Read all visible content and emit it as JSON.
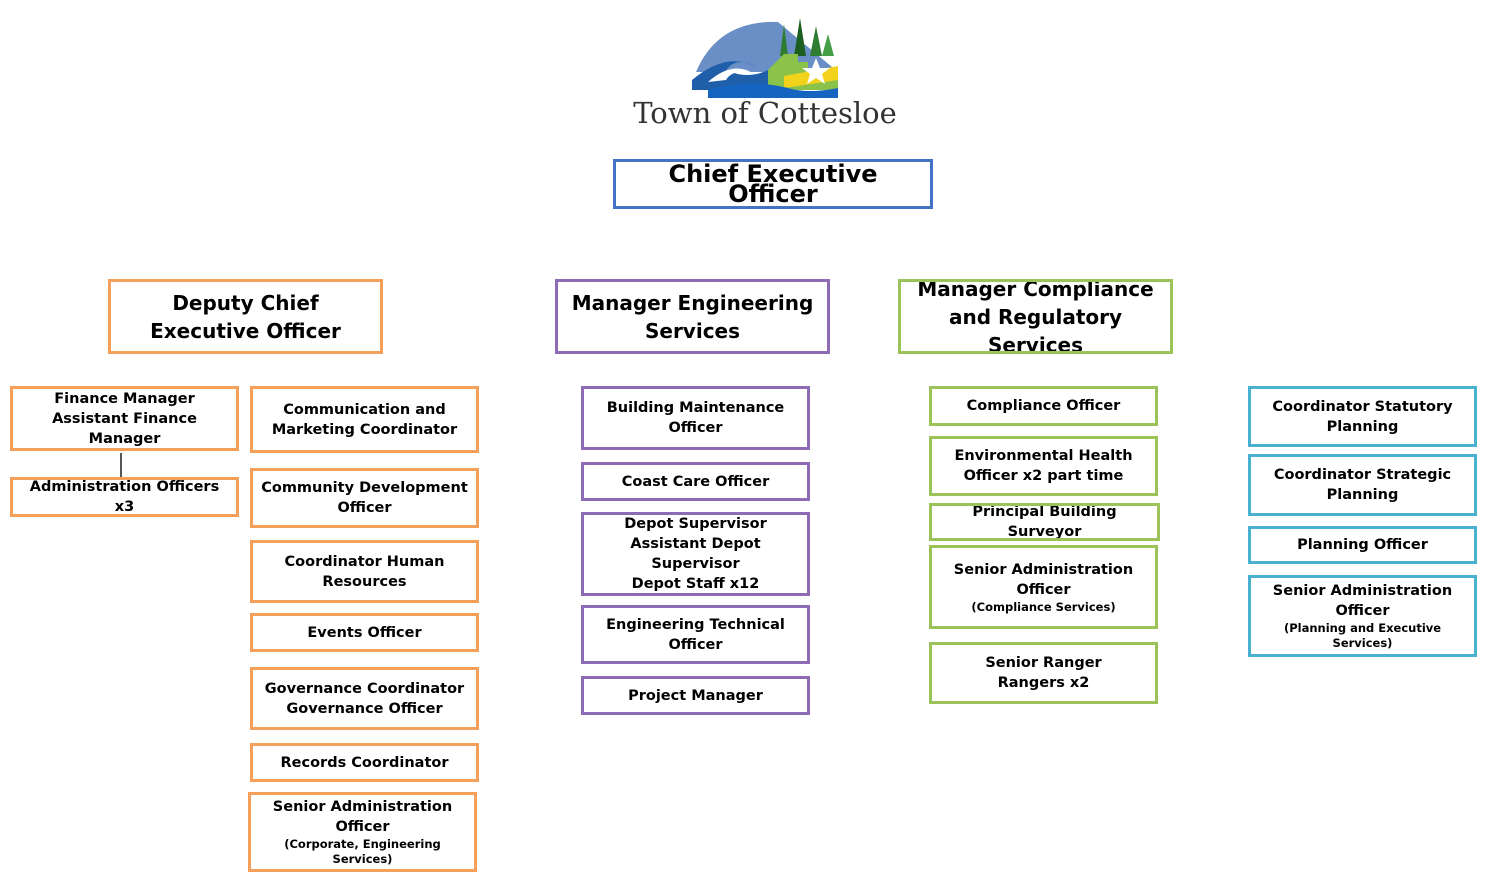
{
  "header": {
    "org_name": "Town of Cottesloe",
    "logo_icon": "town-of-cottesloe-logo"
  },
  "ceo": {
    "title": "Chief Executive Officer"
  },
  "departments": {
    "deputy": {
      "title": "Deputy Chief Executive Officer"
    },
    "engineering": {
      "title": "Manager Engineering Services"
    },
    "compliance": {
      "title": "Manager Compliance and Regulatory Services"
    }
  },
  "roles": {
    "finance": [
      "Finance Manager",
      "Assistant Finance Manager"
    ],
    "admin_officers": "Administration Officers x3",
    "comms": "Communication and Marketing Coordinator",
    "community_dev": "Community Development Officer",
    "hr": "Coordinator Human Resources",
    "events": "Events Officer",
    "governance": [
      "Governance Coordinator",
      "Governance Officer"
    ],
    "records": "Records Coordinator",
    "senior_admin_corp": {
      "title": "Senior Administration Officer",
      "note": "(Corporate, Engineering Services)"
    },
    "building_maint": "Building Maintenance Officer",
    "coast_care": "Coast Care Officer",
    "depot": [
      "Depot Supervisor",
      "Assistant Depot Supervisor",
      "Depot Staff x12"
    ],
    "eng_tech": "Engineering Technical Officer",
    "project_manager": "Project Manager",
    "compliance_officer": "Compliance Officer",
    "env_health": "Environmental Health Officer x2 part time",
    "building_surveyor": "Principal Building Surveyor",
    "senior_admin_compliance": {
      "title": "Senior Administration Officer",
      "note": "(Compliance Services)"
    },
    "rangers": [
      "Senior Ranger",
      "Rangers x2"
    ],
    "statutory": "Coordinator Statutory Planning",
    "strategic": "Coordinator Strategic Planning",
    "planning_officer": "Planning Officer",
    "senior_admin_planning": {
      "title": "Senior Administration Officer",
      "note": "(Planning and Executive Services)"
    }
  },
  "colors": {
    "ceo": "#4472c4",
    "deputy": "#f5a05a",
    "engineering": "#8e6bb5",
    "compliance": "#9bc35a",
    "planning": "#4ab0cf"
  }
}
